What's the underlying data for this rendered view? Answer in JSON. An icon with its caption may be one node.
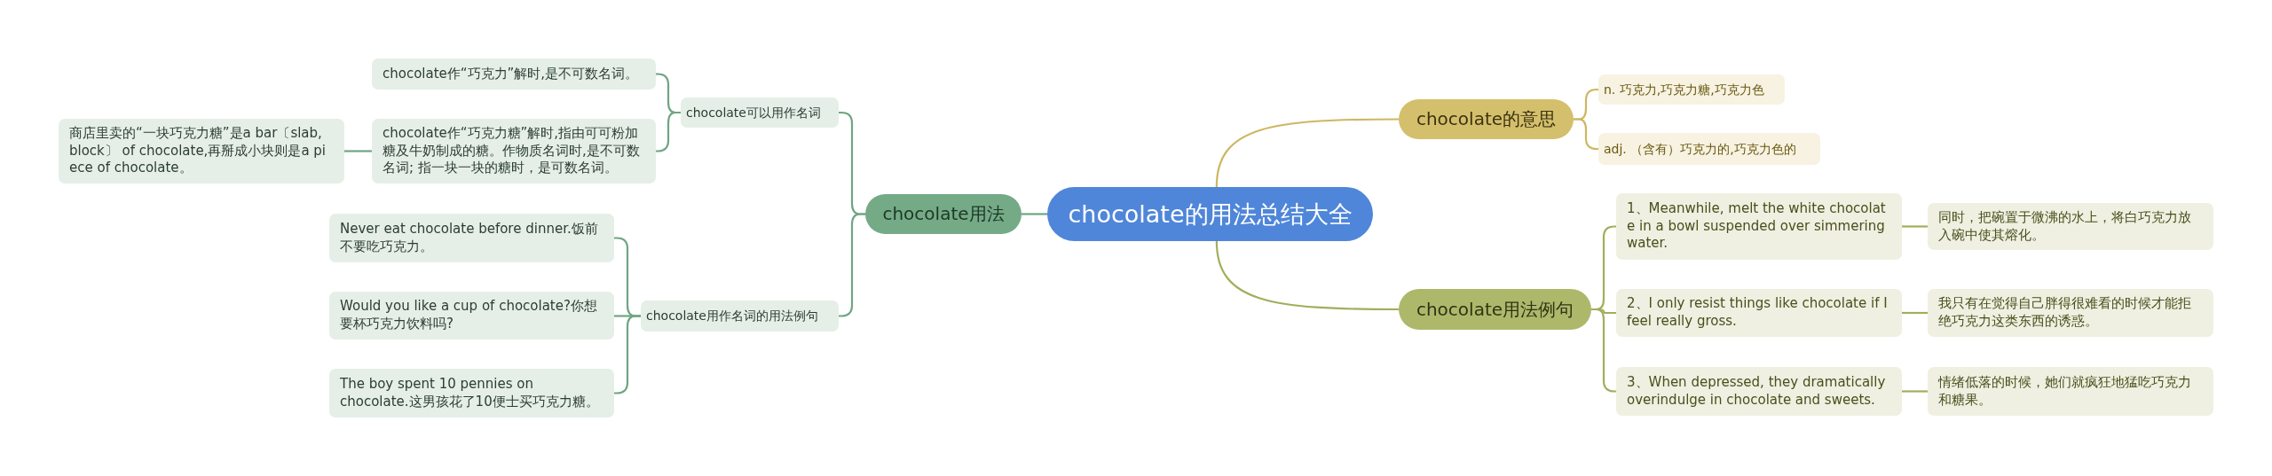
{
  "diagram": {
    "nodes": [
      {
        "text": [
          "chocolate的用法总结大全"
        ]
      },
      {
        "text": [
          "chocolate用法"
        ]
      },
      {
        "text": [
          "chocolate可以用作名词"
        ]
      },
      {
        "text": [
          "chocolate作“巧克力”解时,是不可数名词。"
        ]
      },
      {
        "text": [
          "chocolate作“巧克力糖”解时,指由可可粉加糖及牛奶制成的糖。作物质名词时,是不可数名词; 指一块一块的糖时，是可数名词。"
        ]
      },
      {
        "text": [
          "商店里卖的“一块巧克力糖”是a bar〔slab, block〕 of chocolate,再掰成小块则是a piece of chocolate。"
        ]
      },
      {
        "text": [
          "chocolate用作名词的用法例句"
        ]
      },
      {
        "text": [
          "Never eat chocolate before dinner.饭前不要吃巧克力。"
        ]
      },
      {
        "text": [
          "Would you like a cup of chocolate?你想要杯巧克力饮料吗?"
        ]
      },
      {
        "text": [
          "The boy spent 10 pennies on chocolate.这男孩花了10便士买巧克力糖。"
        ]
      },
      {
        "text": [
          "chocolate的意思"
        ]
      },
      {
        "text": [
          "n. 巧克力,巧克力糖,巧克力色"
        ]
      },
      {
        "text": [
          "adj. （含有）巧克力的,巧克力色的"
        ]
      },
      {
        "text": [
          "chocolate用法例句"
        ]
      },
      {
        "text": [
          "1、Meanwhile, melt the white chocolate in a bowl suspended over simmering water."
        ]
      },
      {
        "text": [
          "同时，把碗置于微沸的水上，将白巧克力放入碗中使其熔化。"
        ]
      },
      {
        "text": [
          "2、I only resist things like chocolate if I feel really gross."
        ]
      },
      {
        "text": [
          "我只有在觉得自己胖得很难看的时候才能拒绝巧克力这类东西的诱惑。"
        ]
      },
      {
        "text": [
          "3、When depressed, they dramatically overindulge in chocolate and sweets."
        ]
      },
      {
        "text": [
          "情绪低落的时候，她们就疯狂地猛吃巧克力和糖果。"
        ]
      }
    ],
    "edges": [
      {
        "from": 0,
        "to": 1,
        "arrow": "none"
      },
      {
        "from": 1,
        "to": 2,
        "arrow": "none"
      },
      {
        "from": 2,
        "to": 3,
        "arrow": "none"
      },
      {
        "from": 2,
        "to": 4,
        "arrow": "none"
      },
      {
        "from": 4,
        "to": 5,
        "arrow": "none"
      },
      {
        "from": 1,
        "to": 6,
        "arrow": "none"
      },
      {
        "from": 6,
        "to": 7,
        "arrow": "none"
      },
      {
        "from": 6,
        "to": 8,
        "arrow": "none"
      },
      {
        "from": 6,
        "to": 9,
        "arrow": "none"
      },
      {
        "from": 0,
        "to": 10,
        "arrow": "none",
        "color": "#cdb762"
      },
      {
        "from": 10,
        "to": 11,
        "arrow": "none",
        "color": "#cdb762"
      },
      {
        "from": 10,
        "to": 12,
        "arrow": "none",
        "color": "#cdb762"
      },
      {
        "from": 0,
        "to": 13,
        "arrow": "none",
        "color": "#a3ad5c"
      },
      {
        "from": 13,
        "to": 14,
        "arrow": "none",
        "color": "#a3ad5c"
      },
      {
        "from": 14,
        "to": 15,
        "arrow": "none",
        "color": "#a3ad5c"
      },
      {
        "from": 13,
        "to": 16,
        "arrow": "none",
        "color": "#a3ad5c"
      },
      {
        "from": 16,
        "to": 17,
        "arrow": "none",
        "color": "#a3ad5c"
      },
      {
        "from": 13,
        "to": 18,
        "arrow": "none",
        "color": "#a3ad5c"
      },
      {
        "from": 18,
        "to": 19,
        "arrow": "none",
        "color": "#a3ad5c"
      }
    ]
  }
}
